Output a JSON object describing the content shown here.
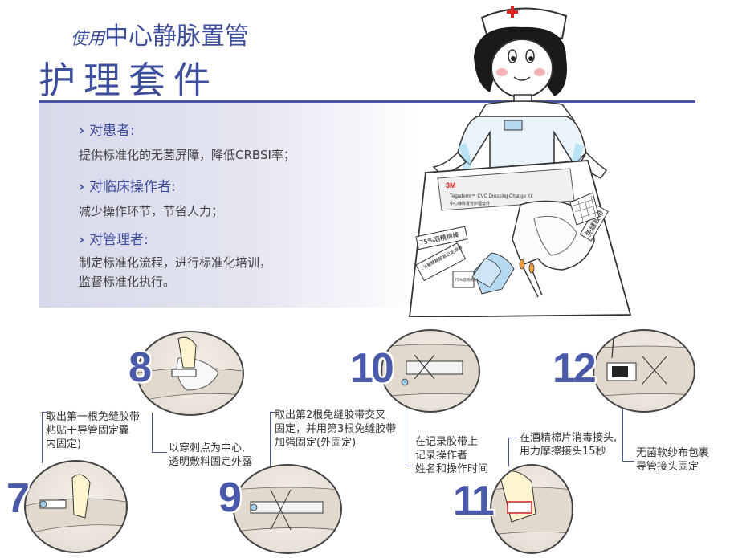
{
  "header": {
    "subtitle_prefix": "使用",
    "subtitle_main": "中心静脉置管",
    "title": "护理套件"
  },
  "benefits": [
    {
      "heading": "对患者:",
      "lines": [
        "提供标准化的无菌屏障，降低CRBSI率；"
      ]
    },
    {
      "heading": "对临床操作者:",
      "lines": [
        "减少操作环节，节省人力；"
      ]
    },
    {
      "heading": "对管理者:",
      "lines": [
        "制定标准化流程，进行标准化培训，",
        "监督标准化执行。"
      ]
    }
  ],
  "kit": {
    "brand": "3M",
    "product": "Tegaderm™ CVC Dressing Change Kit",
    "product_cn": "中心静脉置管护理套件",
    "label_alcohol_swab": "75%酒精棉棒",
    "label_chg_swab": "2%葡糖糖酸氯己定棉棒",
    "label_alcohol_pad": "75%酒精棉片",
    "label_tape": "免缝胶带"
  },
  "steps": [
    {
      "number": "7",
      "lines": [
        "取出第一根免缝胶带",
        "粘贴于导管固定翼",
        "内固定)"
      ]
    },
    {
      "number": "8",
      "lines": [
        "以穿刺点为中心,",
        "透明敷料固定外露"
      ]
    },
    {
      "number": "9",
      "lines": [
        "取出第2根免缝胶带交叉",
        "固定，并用第3根免缝胶带",
        "加强固定(外固定)"
      ]
    },
    {
      "number": "10",
      "lines": [
        "在记录胶带上",
        "记录操作者",
        "姓名和操作时间"
      ]
    },
    {
      "number": "11",
      "lines": [
        "在酒精棉片消毒接头,",
        "用力摩擦接头15秒"
      ]
    },
    {
      "number": "12",
      "lines": [
        "无菌软纱布包裹",
        "导管接头固定"
      ]
    }
  ],
  "colors": {
    "accent": "#3d4f9c",
    "panel": "#dcdded",
    "skin": "#e9e2d8",
    "cross": "#e02020"
  }
}
